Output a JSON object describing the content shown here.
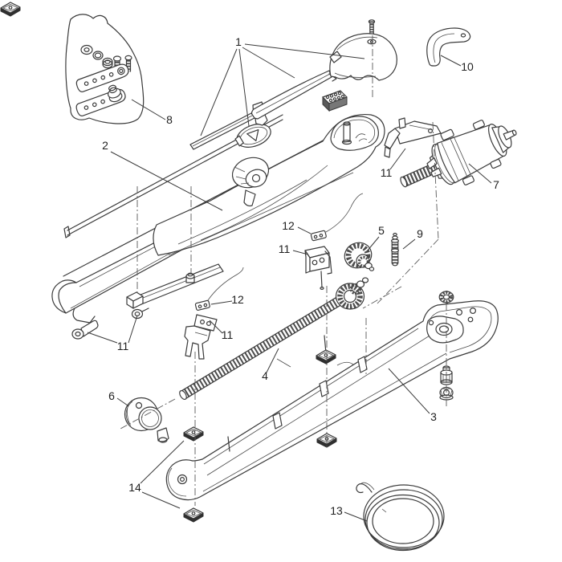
{
  "diagram": {
    "background_color": "#ffffff",
    "line_color": "#3a3a3a",
    "label_color": "#1f1f1f",
    "part_labels": {
      "p1": "1",
      "p2": "2",
      "p3": "3",
      "p4": "4",
      "p5": "5",
      "p6": "6",
      "p7": "7",
      "p8": "8",
      "p9": "9",
      "p10": "10",
      "p11": "11",
      "p12": "12",
      "p13": "13",
      "p14": "14"
    }
  }
}
